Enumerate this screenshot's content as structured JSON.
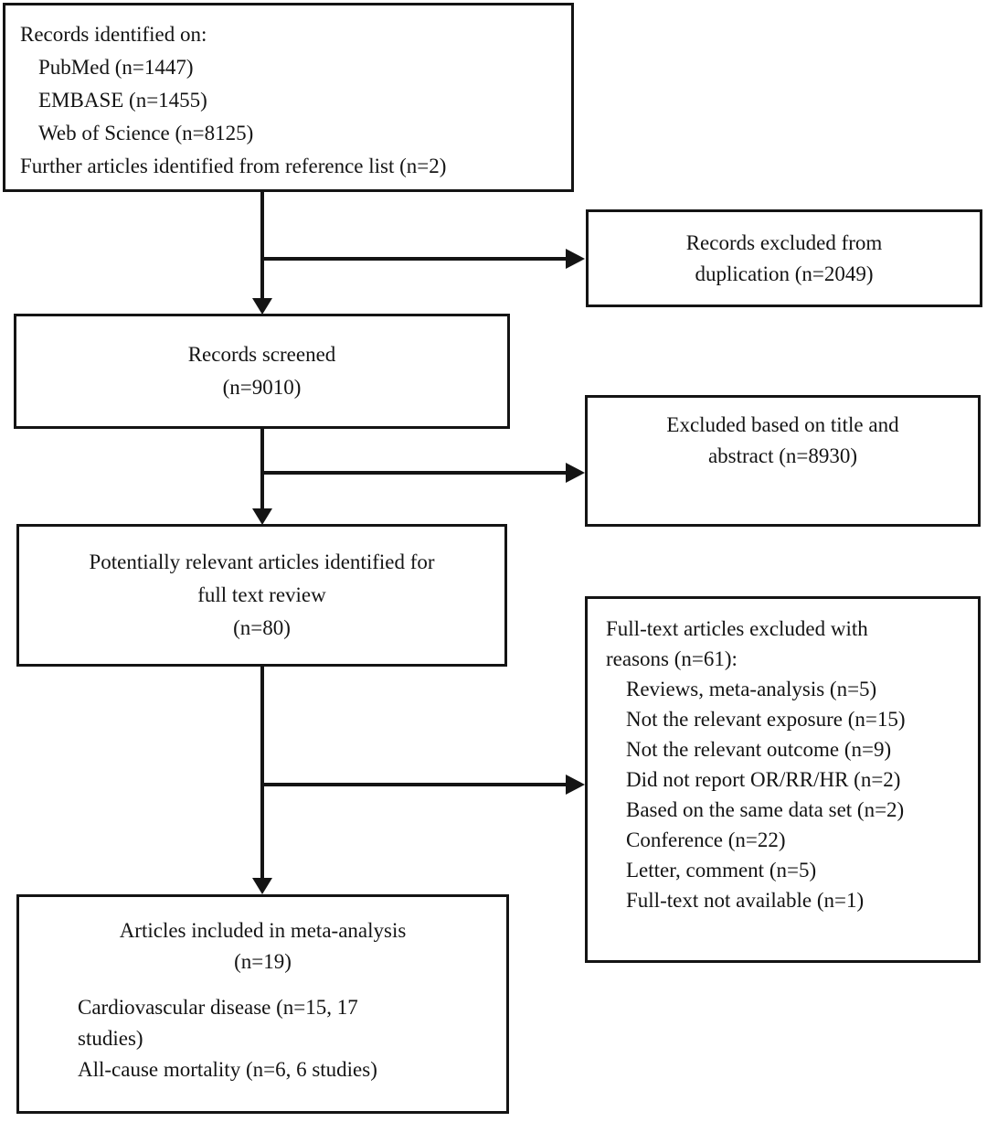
{
  "colors": {
    "ink": "#141414",
    "background": "#ffffff"
  },
  "boxes": {
    "identified": {
      "lines": [
        "Records identified on:",
        "PubMed (n=1447)",
        "EMBASE (n=1455)",
        "Web of Science (n=8125)",
        "Further articles identified from reference list (n=2)"
      ]
    },
    "dedup_excluded": {
      "lines": [
        "Records excluded from",
        "duplication (n=2049)"
      ]
    },
    "screened": {
      "lines": [
        "Records screened",
        "(n=9010)"
      ]
    },
    "title_abstract_excluded": {
      "lines": [
        "Excluded based on title and",
        "abstract (n=8930)"
      ]
    },
    "fulltext_review": {
      "lines": [
        "Potentially relevant articles identified for",
        "full text review",
        "(n=80)"
      ]
    },
    "fulltext_excluded": {
      "lines": [
        "Full-text articles excluded with",
        "reasons (n=61):",
        "Reviews, meta-analysis (n=5)",
        "Not the relevant exposure (n=15)",
        "Not the relevant outcome (n=9)",
        "Did not report OR/RR/HR (n=2)",
        "Based on the same data set (n=2)",
        "Conference (n=22)",
        "Letter, comment (n=5)",
        "Full-text not available (n=1)"
      ]
    },
    "included": {
      "centered_lines": [
        "Articles included in meta-analysis",
        "(n=19)"
      ],
      "detail_lines": [
        "Cardiovascular disease (n=15, 17",
        "studies)",
        "All-cause mortality (n=6, 6 studies)"
      ]
    }
  }
}
